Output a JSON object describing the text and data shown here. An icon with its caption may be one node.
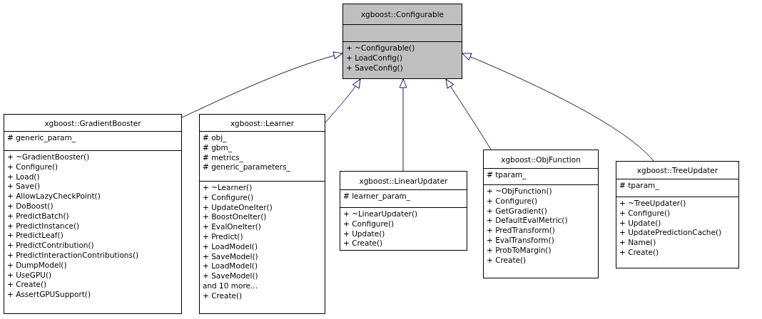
{
  "diagram": {
    "nodes": [
      {
        "text": [
          "xgboost::Configurable"
        ]
      },
      {
        "text": [],
        "shape": "box",
        "in": 0
      },
      {
        "text": [
          "+ ~Configurable()",
          "+ LoadConfig()",
          "+ SaveConfig()"
        ],
        "in": 0
      },
      {
        "text": [
          "xgboost::GradientBooster"
        ]
      },
      {
        "text": [
          "# generic_param_"
        ],
        "in": 3
      },
      {
        "text": [
          "+ ~GradientBooster()",
          "+ Configure()",
          "+ Load()",
          "+ Save()",
          "+ AllowLazyCheckPoint()",
          "+ DoBoost()",
          "+ PredictBatch()",
          "+ PredictInstance()",
          "+ PredictLeaf()",
          "+ PredictContribution()",
          "+ PredictInteractionContributions()",
          "+ DumpModel()",
          "+ UseGPU()",
          "+ Create()",
          "+ AssertGPUSupport()"
        ],
        "in": 3
      },
      {
        "text": [
          "xgboost::Learner"
        ]
      },
      {
        "text": [
          "# obj_",
          "# gbm_",
          "# metrics_",
          "# generic_parameters_"
        ],
        "in": 6
      },
      {
        "text": [
          "+ ~Learner()",
          "+ Configure()",
          "+ UpdateOneIter()",
          "+ BoostOneIter()",
          "+ EvalOneIter()",
          "+ Predict()",
          "+ LoadModel()",
          "+ SaveModel()",
          "+ LoadModel()",
          "+ SaveModel()",
          "and 10 more...",
          "+ Create()"
        ],
        "in": 6
      },
      {
        "text": [
          "xgboost::LinearUpdater"
        ]
      },
      {
        "text": [
          "# learner_param_"
        ],
        "in": 9
      },
      {
        "text": [
          "+ ~LinearUpdater()",
          "+ Configure()",
          "+ Update()",
          "+ Create()"
        ],
        "in": 9
      },
      {
        "text": [
          "xgboost::ObjFunction"
        ]
      },
      {
        "text": [
          "# tparam_"
        ],
        "in": 12
      },
      {
        "text": [
          "+ ~ObjFunction()",
          "+ Configure()",
          "+ GetGradient()",
          "+ DefaultEvalMetric()",
          "+ PredTransform()",
          "+ EvalTransform()",
          "+ ProbToMargin()",
          "+ Create()"
        ],
        "in": 12
      },
      {
        "text": [
          "xgboost::TreeUpdater"
        ]
      },
      {
        "text": [
          "# tparam_"
        ],
        "in": 15
      },
      {
        "text": [
          "+ ~TreeUpdater()",
          "+ Configure()",
          "+ Update()",
          "+ UpdatePredictionCache()",
          "+ Name()",
          "+ Create()"
        ],
        "in": 15
      }
    ],
    "edges": [
      {
        "from": 3,
        "to": 0,
        "arrow": "to"
      },
      {
        "from": 6,
        "to": 0,
        "arrow": "to"
      },
      {
        "from": 9,
        "to": 0,
        "arrow": "to"
      },
      {
        "from": 12,
        "to": 0,
        "arrow": "to"
      },
      {
        "from": 15,
        "to": 0,
        "arrow": "to"
      }
    ]
  }
}
